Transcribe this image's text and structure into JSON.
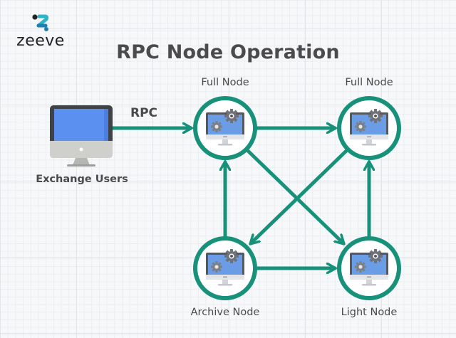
{
  "brand": {
    "name": "zeeve",
    "logo_icon": "zeeve-logo-icon",
    "colors": {
      "dark": "#1f2124",
      "teal_light": "#2bb5c9",
      "teal_dark": "#1c7fb0"
    }
  },
  "title": "RPC Node Operation",
  "colors": {
    "accent": "#17917a",
    "node_fill": "#ffffff",
    "screen_blue": "#6a9de6",
    "monitor_frame": "#55595f",
    "gear": "#6f7379",
    "user_screen": "#5b8ff0"
  },
  "client": {
    "label": "Exchange Users",
    "icon": "desktop-monitor-icon",
    "connection_label": "RPC"
  },
  "nodes": [
    {
      "id": "full-node-1",
      "label": "Full Node",
      "icon": "server-monitor-gears-icon"
    },
    {
      "id": "full-node-2",
      "label": "Full Node",
      "icon": "server-monitor-gears-icon"
    },
    {
      "id": "archive-node",
      "label": "Archive Node",
      "icon": "server-monitor-gears-icon"
    },
    {
      "id": "light-node",
      "label": "Light Node",
      "icon": "server-monitor-gears-icon"
    }
  ],
  "edges": [
    {
      "from": "exchange-users",
      "to": "full-node-1",
      "label": "RPC"
    },
    {
      "from": "full-node-1",
      "to": "full-node-2"
    },
    {
      "from": "full-node-1",
      "to": "light-node"
    },
    {
      "from": "full-node-2",
      "to": "archive-node"
    },
    {
      "from": "archive-node",
      "to": "full-node-1"
    },
    {
      "from": "archive-node",
      "to": "light-node"
    },
    {
      "from": "light-node",
      "to": "full-node-2"
    }
  ]
}
